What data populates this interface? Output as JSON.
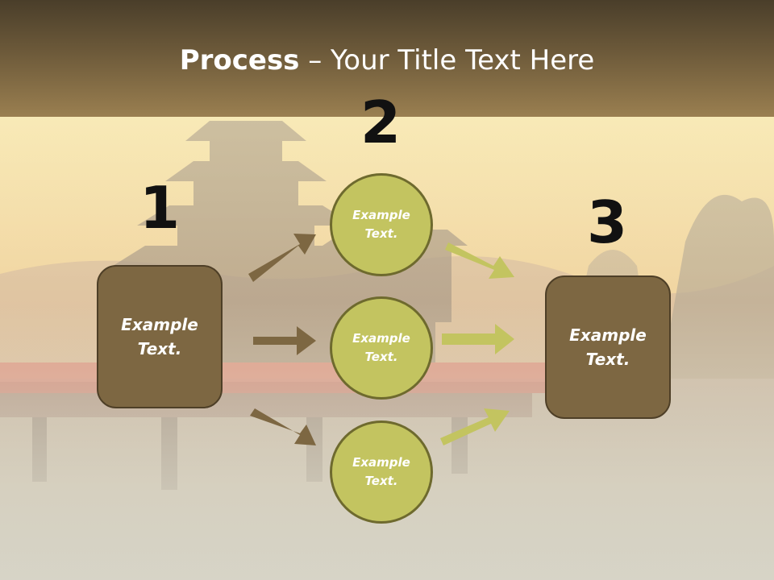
{
  "title": {
    "bold": "Process",
    "rest": " – Your Title Text Here"
  },
  "numbers": [
    "1",
    "2",
    "3"
  ],
  "left_box": {
    "text": "Example\nText."
  },
  "right_box": {
    "text": "Example\nText."
  },
  "circles": [
    {
      "text": "Example\nText."
    },
    {
      "text": "Example\nText."
    },
    {
      "text": "Example\nText."
    }
  ],
  "colors": {
    "title_bar": "#6d5a3a",
    "box_fill": "#7d6742",
    "circle_fill": "#c3c460",
    "brown_arrow": "#7d6742",
    "green_arrow": "#c3c460"
  }
}
